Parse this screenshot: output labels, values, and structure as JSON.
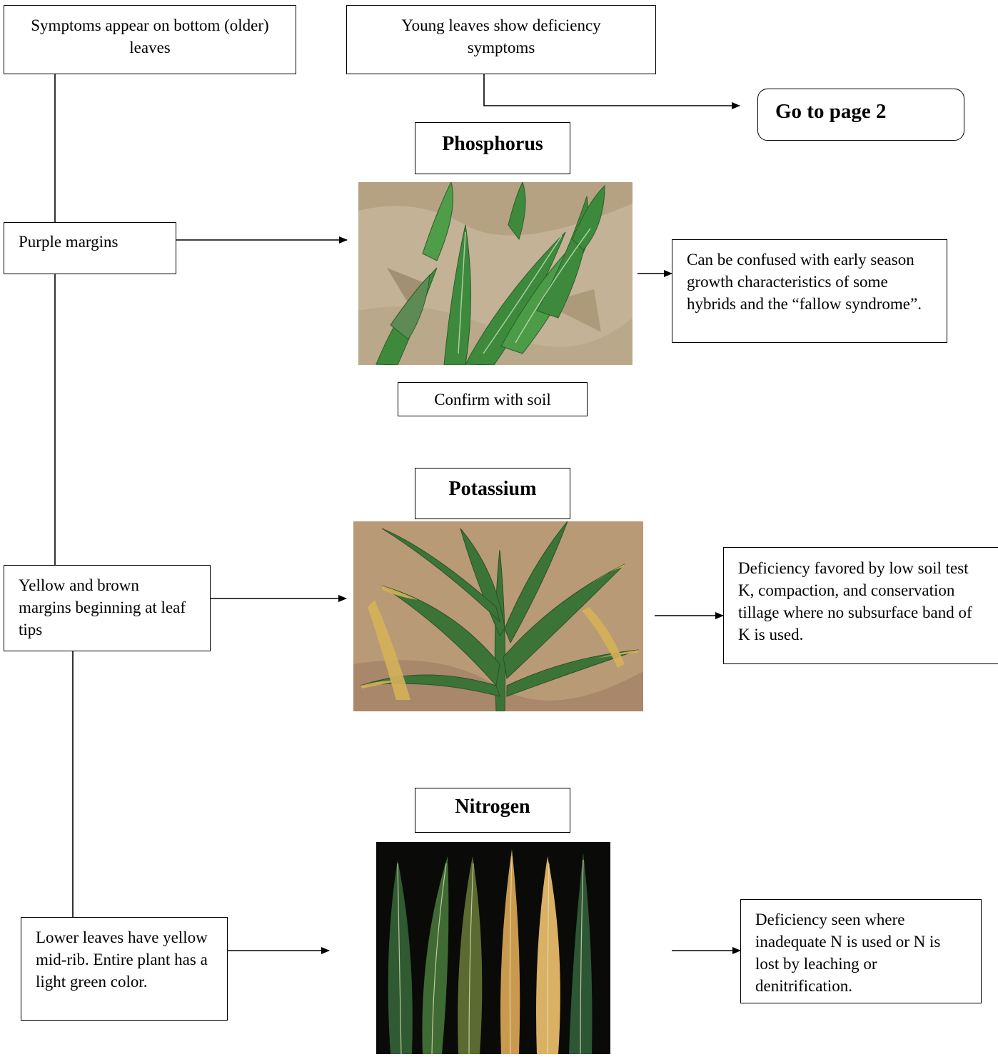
{
  "boxes": {
    "older_leaves": "Symptoms appear on bottom (older) leaves",
    "young_leaves": "Young leaves show deficiency symptoms",
    "go_to_page": "Go to page 2",
    "purple_margins": "Purple margins",
    "yellow_brown": "Yellow and brown margins beginning at leaf tips",
    "lower_leaves": "Lower leaves have yellow mid-rib. Entire plant has a light green color."
  },
  "nutrients": {
    "phosphorus": {
      "title": "Phosphorus",
      "note": "Can be confused with early season growth characteristics of some hybrids and the “fallow syndrome”.",
      "confirm": "Confirm with soil"
    },
    "potassium": {
      "title": "Potassium",
      "note": "Deficiency favored by low soil test K, compaction, and conservation tillage where no subsurface band of K is used."
    },
    "nitrogen": {
      "title": "Nitrogen",
      "note": "Deficiency seen where inadequate N is used or N is lost by leaching or denitrification."
    }
  },
  "colors": {
    "line": "#000000",
    "soil_light": "#c8b79e",
    "soil_dark": "#a88f6c",
    "leaf_green": "#3f8b3a",
    "leaf_dark": "#2a5a2c",
    "leaf_yellow": "#d8b858",
    "photo_black": "#0a0a08"
  },
  "icons": [
    "arrow-right-icon"
  ]
}
